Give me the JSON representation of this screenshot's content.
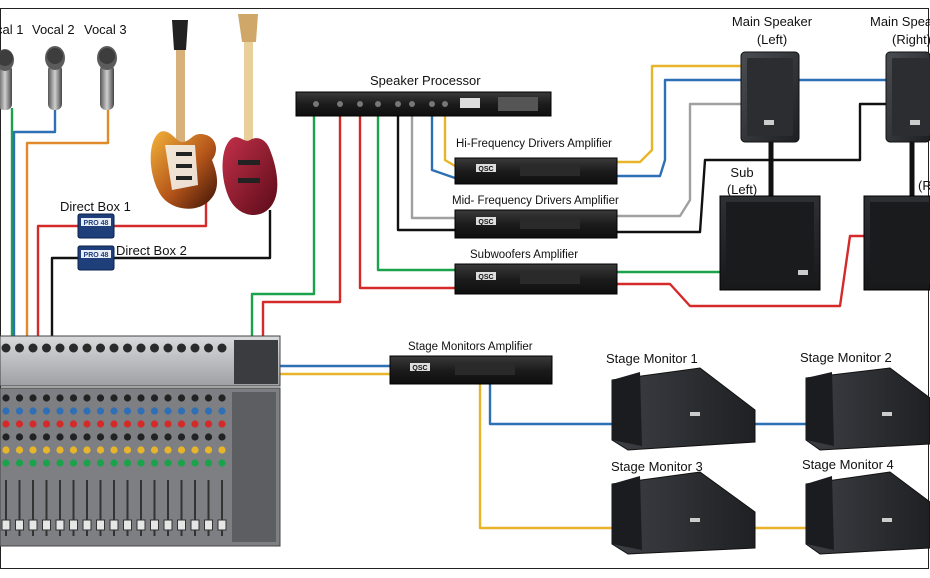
{
  "labels": {
    "vocal1": "cal 1",
    "vocal2": "Vocal 2",
    "vocal3": "Vocal 3",
    "direct_box_1": "Direct Box 1",
    "direct_box_2": "Direct Box 2",
    "speaker_processor": "Speaker Processor",
    "hi_freq_amp": "Hi-Frequency Drivers Amplifier",
    "mid_freq_amp": "Mid- Frequency Drivers Amplifier",
    "sub_amp": "Subwoofers Amplifier",
    "stage_mon_amp": "Stage Monitors Amplifier",
    "main_left_line1": "Main Speaker",
    "main_left_line2": "(Left)",
    "main_right_line1": "Main Spea",
    "main_right_line2": "(Right)",
    "sub_left_line1": "Sub",
    "sub_left_line2": "(Left)",
    "sub_right_partial": "(R",
    "stage_monitor_1": "Stage Monitor 1",
    "stage_monitor_2": "Stage Monitor 2",
    "stage_monitor_3": "Stage Monitor 3",
    "stage_monitor_4": "Stage Monitor 4"
  },
  "device_badges": {
    "amp_brand": "QSC",
    "di_brand": "PRO 48"
  },
  "cable_colors": {
    "green": "#1aa34a",
    "blue": "#2f6fb6",
    "orange": "#e08a2c",
    "red": "#d42a2a",
    "black": "#111111",
    "gray": "#a0a0a0",
    "yellow": "#e8b52a"
  }
}
